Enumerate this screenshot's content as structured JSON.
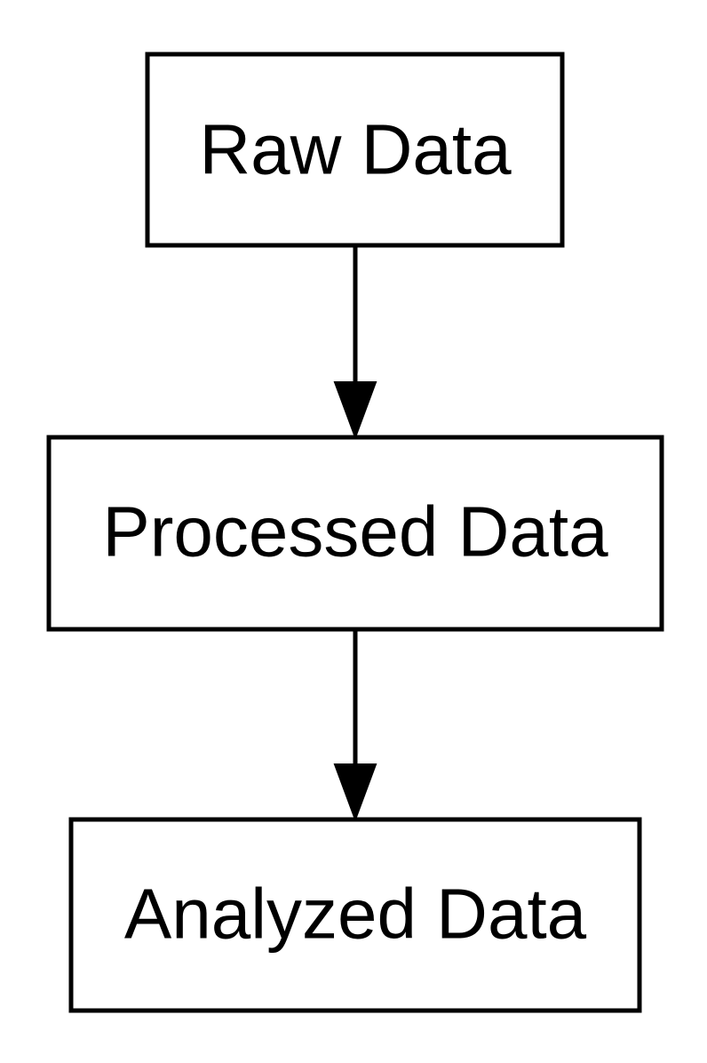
{
  "diagram": {
    "nodes": [
      {
        "id": "raw",
        "label": "Raw Data"
      },
      {
        "id": "processed",
        "label": "Processed Data"
      },
      {
        "id": "analyzed",
        "label": "Analyzed Data"
      }
    ],
    "edges": [
      {
        "from": "raw",
        "to": "processed"
      },
      {
        "from": "processed",
        "to": "analyzed"
      }
    ]
  }
}
